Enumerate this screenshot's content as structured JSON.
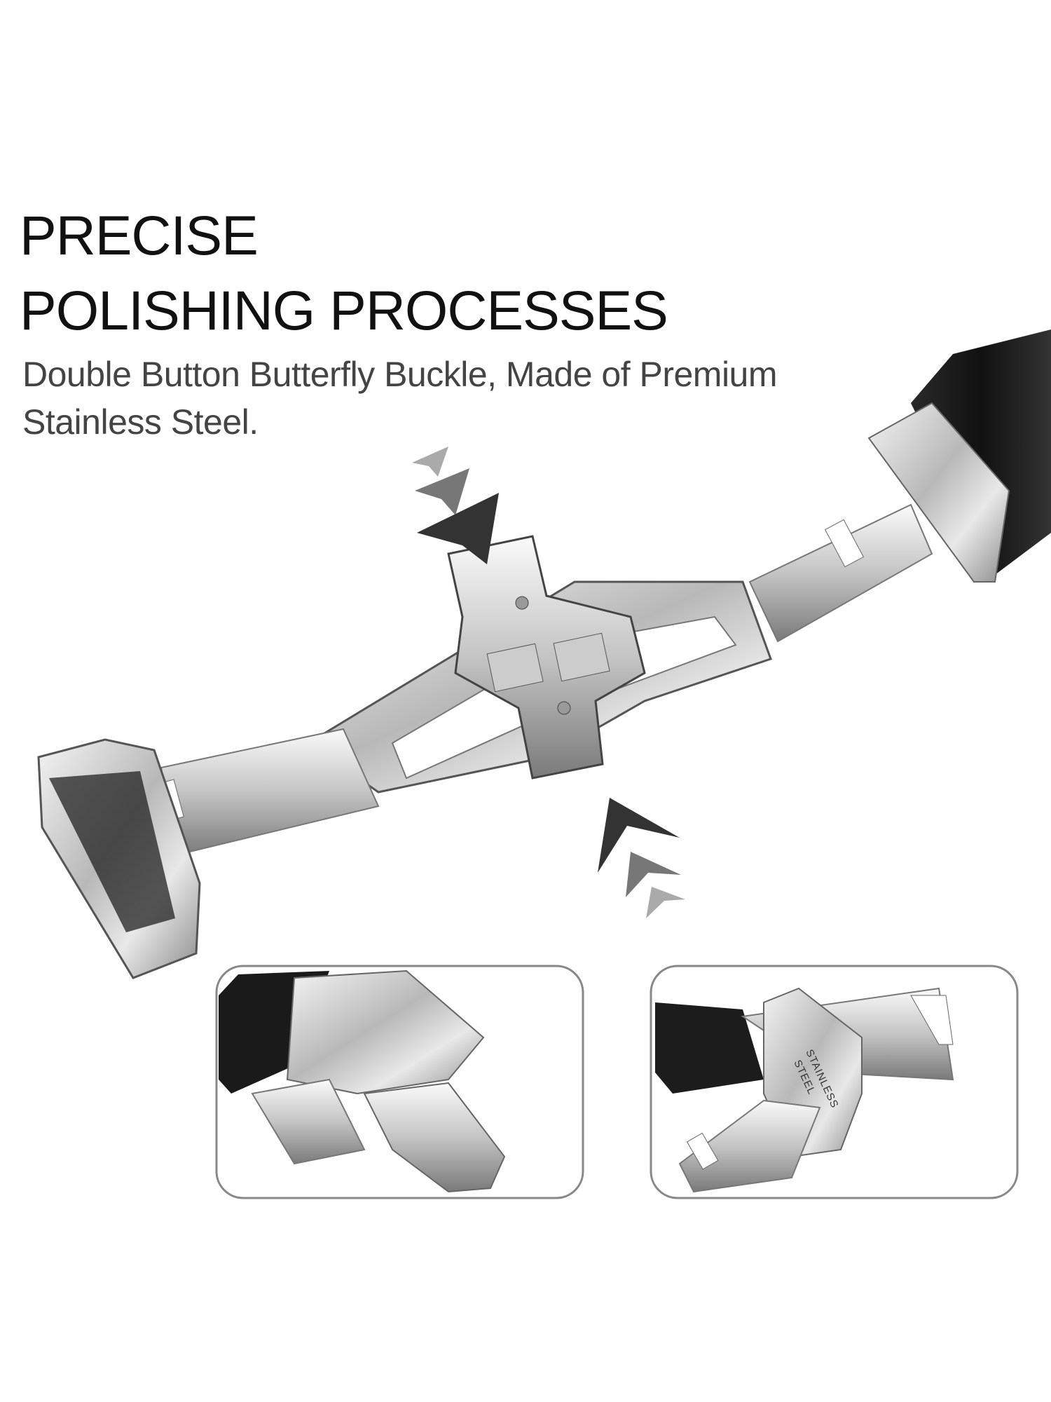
{
  "headline": {
    "line1": "PRECISE",
    "line2": "POLISHING PROCESSES"
  },
  "description": {
    "line1": "Double Button Butterfly Buckle, Made of Premium",
    "line2": "Stainless Steel."
  },
  "insets": {
    "right_stamp_line1": "STAINLESS",
    "right_stamp_line2": "STEEL"
  },
  "colors": {
    "headline": "#111111",
    "description": "#444444",
    "arrow_dark": "#333333",
    "arrow_mid": "#777777",
    "arrow_light": "#aaaaaa",
    "inset_border": "#888888"
  }
}
